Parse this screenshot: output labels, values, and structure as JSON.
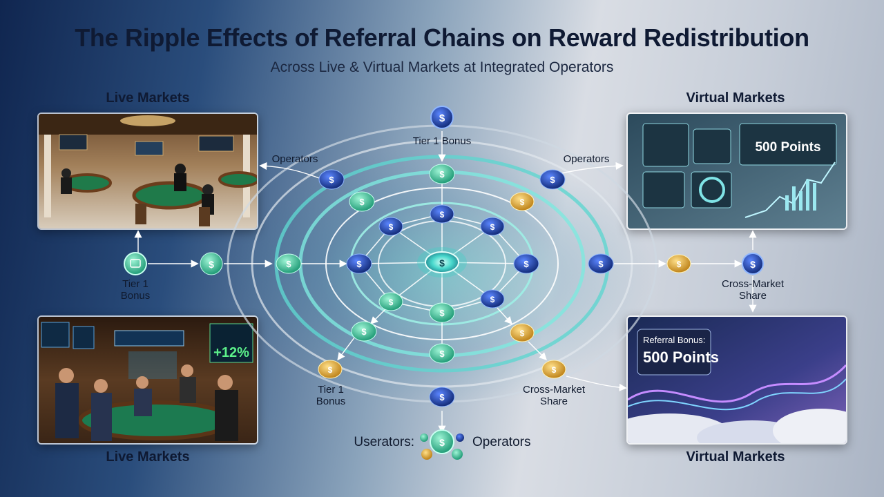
{
  "header": {
    "title": "The Ripple Effects of Referral Chains on Reward Redistribution",
    "subtitle": "Across Live & Virtual Markets at Integrated Operators"
  },
  "headings": {
    "live_top": "Live Markets",
    "live_bottom": "Live Markets",
    "virtual_top": "Virtual Markets",
    "virtual_bottom": "Virtual Markets"
  },
  "labels": {
    "top_tier": "Tier 1 Bonus",
    "operators_left": "Operators",
    "operators_right": "Operators",
    "left_tier_line1": "Tier 1",
    "left_tier_line2": "Bonus",
    "right_cross_line1": "Cross-Market",
    "right_cross_line2": "Share",
    "bottom_tier_line1": "Tier 1",
    "bottom_tier_line2": "Bonus",
    "bottom_cross_line1": "Cross-Market",
    "bottom_cross_line2": "Share",
    "bottom_users": "Userators:",
    "bottom_operators": "Operators"
  },
  "panels": {
    "live_bottom_badge": "+12%",
    "virtual_top_title": "500 Points",
    "virtual_bottom_line1": "Referral Bonus:",
    "virtual_bottom_line2": "500 Points"
  },
  "icons": {
    "coin": "dollar-coin-icon",
    "hub": "network-hub-icon"
  },
  "colors": {
    "teal": "#2fd1a8",
    "navy": "#1a3fa8",
    "gold": "#e7b233",
    "cyan_ring": "#59e3d9"
  }
}
